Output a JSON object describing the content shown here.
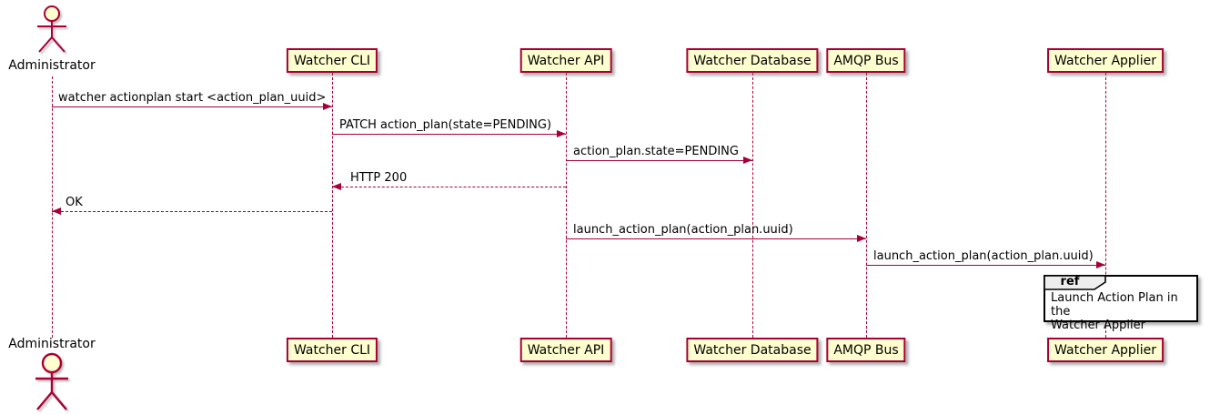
{
  "diagram": {
    "type": "sequence-diagram",
    "actor": {
      "name": "Administrator"
    },
    "participants": [
      {
        "name": "Watcher CLI"
      },
      {
        "name": "Watcher API"
      },
      {
        "name": "Watcher Database"
      },
      {
        "name": "AMQP Bus"
      },
      {
        "name": "Watcher Applier"
      }
    ],
    "messages": [
      {
        "from": "Administrator",
        "to": "Watcher CLI",
        "label": "watcher actionplan start <action_plan_uuid>",
        "line": "solid"
      },
      {
        "from": "Watcher CLI",
        "to": "Watcher API",
        "label": "PATCH action_plan(state=PENDING)",
        "line": "solid"
      },
      {
        "from": "Watcher API",
        "to": "Watcher Database",
        "label": "action_plan.state=PENDING",
        "line": "solid"
      },
      {
        "from": "Watcher API",
        "to": "Watcher CLI",
        "label": "HTTP 200",
        "line": "dashed"
      },
      {
        "from": "Watcher CLI",
        "to": "Administrator",
        "label": "OK",
        "line": "dashed"
      },
      {
        "from": "Watcher API",
        "to": "AMQP Bus",
        "label": "launch_action_plan(action_plan.uuid)",
        "line": "solid"
      },
      {
        "from": "AMQP Bus",
        "to": "Watcher Applier",
        "label": "launch_action_plan(action_plan.uuid)",
        "line": "solid"
      }
    ],
    "ref": {
      "keyword": "ref",
      "text": "Launch Action Plan in the\nWatcher Applier"
    },
    "colors": {
      "participant_fill": "#FEFECE",
      "line_and_border": "#A80036",
      "ref_header_fill": "#EEEEEE",
      "ref_border": "#000000",
      "text": "#000000",
      "background": "#FFFFFF"
    }
  }
}
